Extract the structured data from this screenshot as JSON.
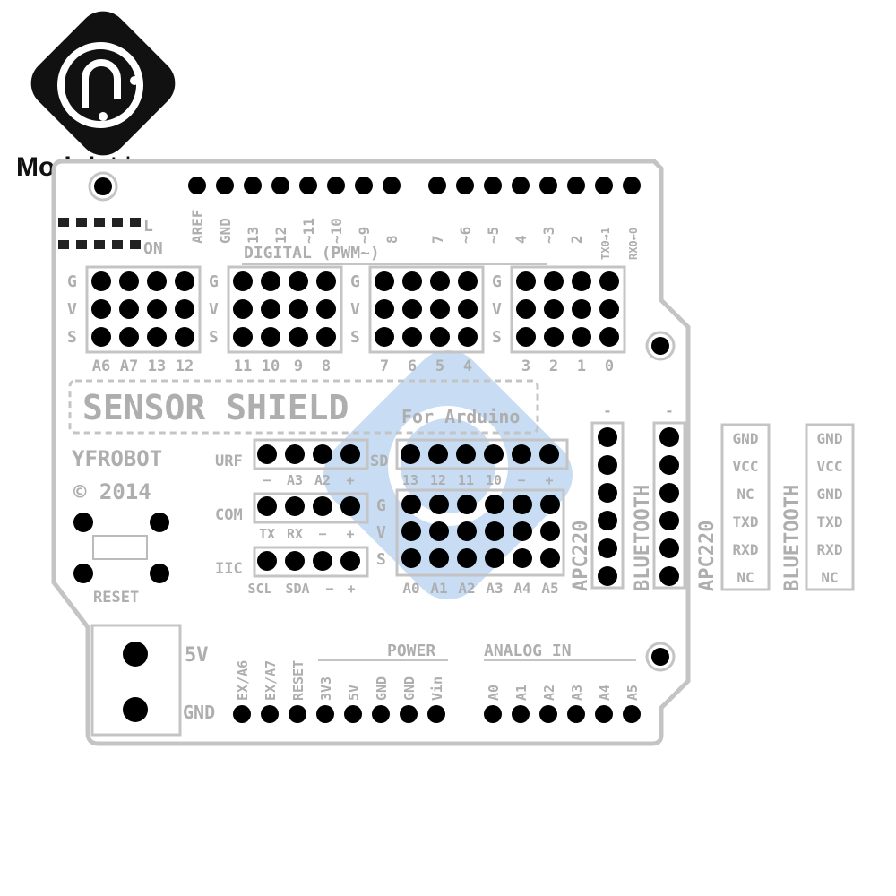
{
  "logo": {
    "brand_bold": "Module",
    "brand_light": "Live"
  },
  "board": {
    "title": "SENSOR SHIELD",
    "subtitle": "For Arduino",
    "maker": "YFROBOT",
    "copyright": "© 2014",
    "reset": "RESET",
    "power_5v": "5V",
    "power_gnd": "GND",
    "top_left_marks": [
      "L",
      "ON"
    ],
    "digital_header": "DIGITAL (PWM~)",
    "digital_pins_left": [
      "AREF",
      "GND",
      "13",
      "12",
      "~11",
      "~10",
      "~9",
      "8"
    ],
    "digital_pins_right": [
      "7",
      "~6",
      "~5",
      "4",
      "~3",
      "2",
      "TX0→1",
      "RX0←0"
    ],
    "gvs_rows": [
      "G",
      "V",
      "S"
    ],
    "gvs_groups": [
      [
        "A6",
        "A7",
        "13",
        "12"
      ],
      [
        "11",
        "10",
        "9",
        "8"
      ],
      [
        "7",
        "6",
        "5",
        "4"
      ],
      [
        "3",
        "2",
        "1",
        "0"
      ]
    ],
    "urf": {
      "name": "URF",
      "pins": [
        "−",
        "A3",
        "A2",
        "+"
      ]
    },
    "sd": {
      "name": "SD",
      "pins": [
        "13",
        "12",
        "11",
        "10",
        "−",
        "+"
      ]
    },
    "com": {
      "name": "COM",
      "pins": [
        "TX",
        "RX",
        "−",
        "+"
      ]
    },
    "iic": {
      "name": "IIC",
      "pins": [
        "SCL",
        "SDA",
        "−",
        "+"
      ]
    },
    "analog_pins": [
      "A0",
      "A1",
      "A2",
      "A3",
      "A4",
      "A5"
    ],
    "apc220": {
      "name": "APC220",
      "pins": [
        "GND",
        "VCC",
        "NC",
        "TXD",
        "RXD",
        "NC"
      ]
    },
    "bluetooth": {
      "name": "BLUETOOTH",
      "pins": [
        "GND",
        "VCC",
        "GND",
        "TXD",
        "RXD",
        "NC"
      ]
    },
    "module_minus": "-",
    "power_header": "POWER",
    "power_pins": [
      "EX/A6",
      "EX/A7",
      "RESET",
      "3V3",
      "5V",
      "GND",
      "GND",
      "Vin"
    ],
    "analog_header": "ANALOG IN",
    "analog_in_pins": [
      "A0",
      "A1",
      "A2",
      "A3",
      "A4",
      "A5"
    ]
  }
}
